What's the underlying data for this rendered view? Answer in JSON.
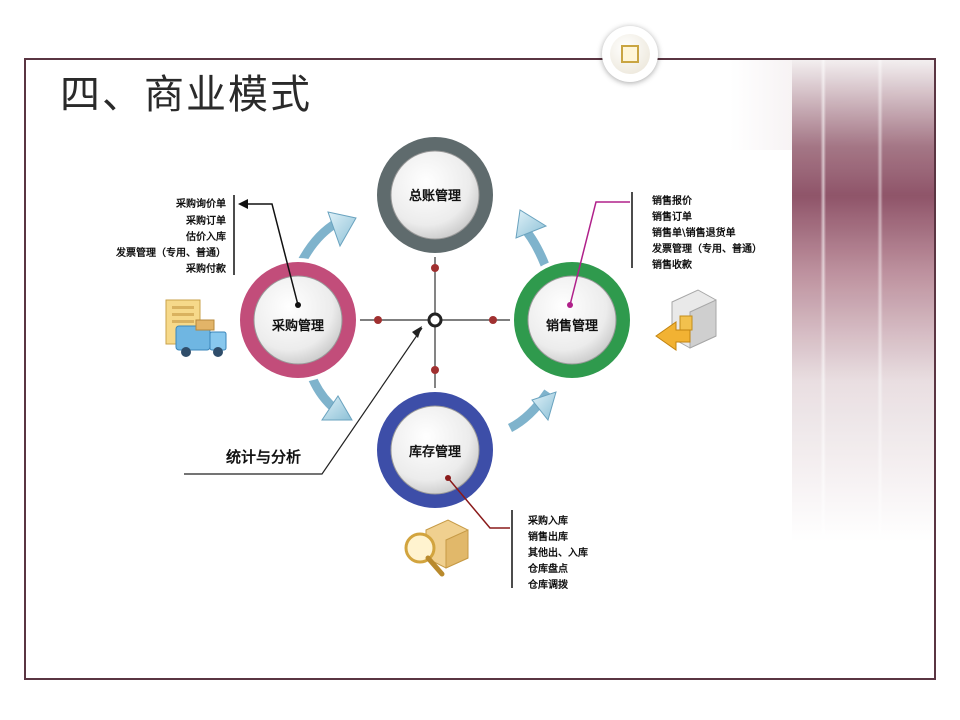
{
  "title": "四、商业模式",
  "nodes": {
    "ledger": "总账管理",
    "purchase": "采购管理",
    "sales": "销售管理",
    "inventory": "库存管理"
  },
  "purchase_items": [
    "采购询价单",
    "采购订单",
    "估价入库",
    "发票管理（专用、普通）",
    "采购付款"
  ],
  "sales_items": [
    "销售报价",
    "销售订单",
    "销售单\\销售退货单",
    "发票管理（专用、普通）",
    "销售收款"
  ],
  "inventory_items": [
    "采购入库",
    "销售出库",
    "其他出、入库",
    "仓库盘点",
    "仓库调拨"
  ],
  "analysis_label": "统计与分析",
  "colors": {
    "ledger": "#5f6b6d",
    "purchase": "#c24d7a",
    "sales": "#2f9a4d",
    "inventory": "#3d4ea8",
    "arrow": "#a9d3e3"
  }
}
